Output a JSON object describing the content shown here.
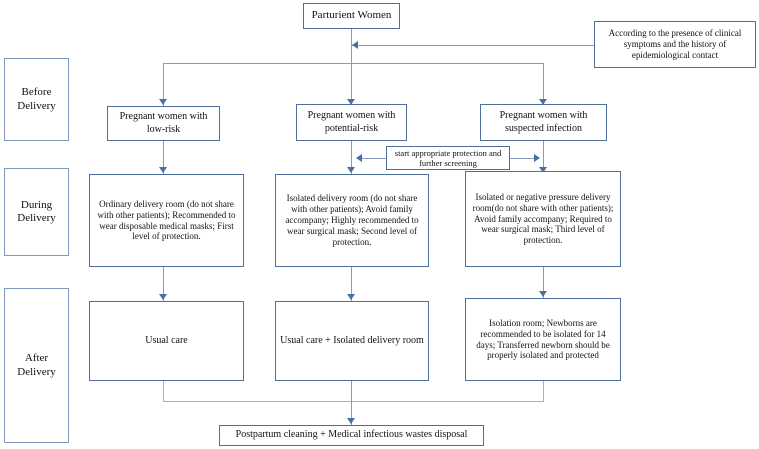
{
  "diagram": {
    "title_node": "Parturient Women",
    "note_node": "According to the presence of clinical symptoms and the history of epidemiological contact",
    "stages": [
      {
        "id": "before",
        "label": "Before\nDelivery"
      },
      {
        "id": "during",
        "label": "During\nDelivery"
      },
      {
        "id": "after",
        "label": "After\nDelivery"
      }
    ],
    "stage_before": "Before Delivery",
    "stage_during": "During Delivery",
    "stage_after": "After Delivery",
    "risk_low": "Pregnant women with low-risk",
    "risk_potential": "Pregnant women with potential-risk",
    "risk_suspected": "Pregnant women with suspected infection",
    "screening_note": "start appropriate protection and further screening",
    "during_low": "Ordinary delivery room (do not share with other patients); Recommended to wear disposable medical masks; First level of protection.",
    "during_potential": "Isolated delivery room (do not share with other patients); Avoid family accompany; Highly recommended to wear surgical mask; Second level of protection.",
    "during_suspected": "Isolated or negative pressure delivery room(do not share with other patients); Avoid family accompany; Required to wear surgical mask; Third level of protection.",
    "after_low": "Usual care",
    "after_potential": "Usual care + Isolated delivery room",
    "after_suspected": "Isolation room; Newborns are recommended to be isolated for 14 days; Transferred newborn should be properly isolated and protected",
    "final_node": "Postpartum cleaning + Medical infectious wastes disposal"
  },
  "colors": {
    "box_border": "#4f6f9b",
    "stage_border": "#7e99bb",
    "connector": "#7e9ec4",
    "connector_light": "#9ab3d0",
    "arrow": "#4a6fa5",
    "text": "#121212",
    "background": "#ffffff"
  }
}
